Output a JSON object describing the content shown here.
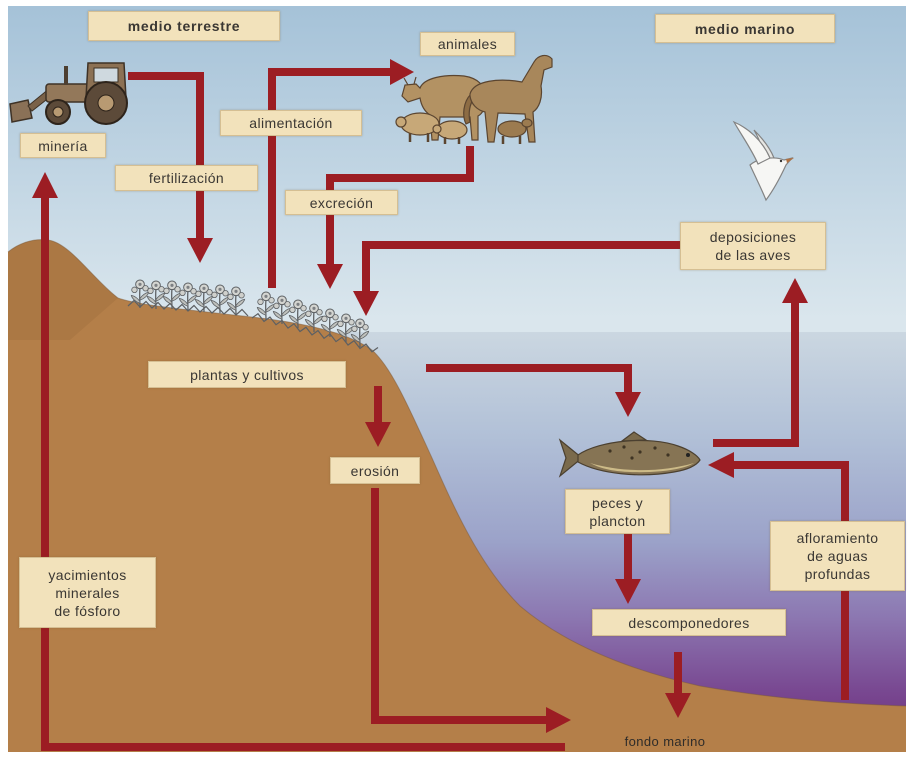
{
  "regions": {
    "terrestrial": "medio terrestre",
    "marine": "medio marino"
  },
  "nodes": {
    "mineria": "minería",
    "animales": "animales",
    "plantas": "plantas y cultivos",
    "deposiciones": [
      "deposiciones",
      "de las aves"
    ],
    "peces": [
      "peces y",
      "plancton"
    ],
    "descomponedores": "descomponedores",
    "afloramiento": [
      "afloramiento",
      "de aguas",
      "profundas"
    ],
    "yacimientos": [
      "yacimientos",
      "minerales",
      "de fósforo"
    ],
    "fondo": "fondo marino"
  },
  "processes": {
    "alimentacion": "alimentación",
    "fertilizacion": "fertilización",
    "excrecion": "excreción",
    "erosion": "erosión"
  },
  "icons": {
    "tractor": "tractor-icon",
    "animals": "animals-icon",
    "bird": "bird-icon",
    "fish": "fish-icon",
    "plants": "plants-icon"
  },
  "colors": {
    "arrow": "#9c1d23",
    "label_fill": "#f2e2bb",
    "label_border": "#d5bf93",
    "label_text": "#3a3733",
    "land": "#b47f49",
    "sky_top": "#a5c2d8",
    "sky_bottom": "#dae6ed",
    "sea_top": "#cbd7e1",
    "sea_bottom": "#6a2a77"
  }
}
